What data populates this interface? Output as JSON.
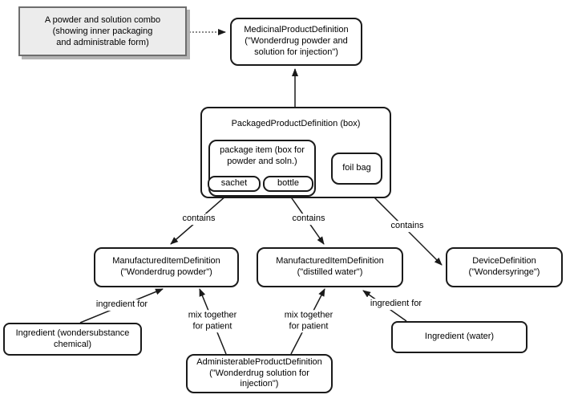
{
  "nodes": {
    "note": "A powder and solution combo\n(showing inner packaging\nand administrable form)",
    "medicinal_product_definition": "MedicinalProductDefinition\n(\"Wonderdrug powder and\nsolution for injection\")",
    "packaged_product_definition": "PackagedProductDefinition (box)",
    "package_item": "package item (box for\npowder and soln.)",
    "sachet": "sachet",
    "bottle": "bottle",
    "foil_bag": "foil bag",
    "manufactured_item_powder": "ManufacturedItemDefinition\n(\"Wonderdrug powder\")",
    "manufactured_item_water": "ManufacturedItemDefinition\n(\"distilled water\")",
    "device_definition": "DeviceDefinition\n(\"Wondersyringe\")",
    "ingredient_chemical": "Ingredient (wondersubstance\nchemical)",
    "ingredient_water": "Ingredient (water)",
    "administerable_product_definition": "AdministerableProductDefinition\n(\"Wonderdrug solution for\ninjection\")"
  },
  "edge_labels": {
    "contains_1": "contains",
    "contains_2": "contains",
    "contains_3": "contains",
    "ingredient_for_left": "ingredient for",
    "mix_together_1": "mix together\nfor patient",
    "mix_together_2": "mix together\nfor patient",
    "ingredient_for_right": "ingredient for"
  },
  "colors": {
    "node_border": "#1a1a1a",
    "node_fill": "#ffffff",
    "note_fill": "#ececec",
    "note_border": "#6e6e6e",
    "note_shadow": "#b3b3b3",
    "dotted_line": "#666666",
    "background": "#ffffff"
  }
}
